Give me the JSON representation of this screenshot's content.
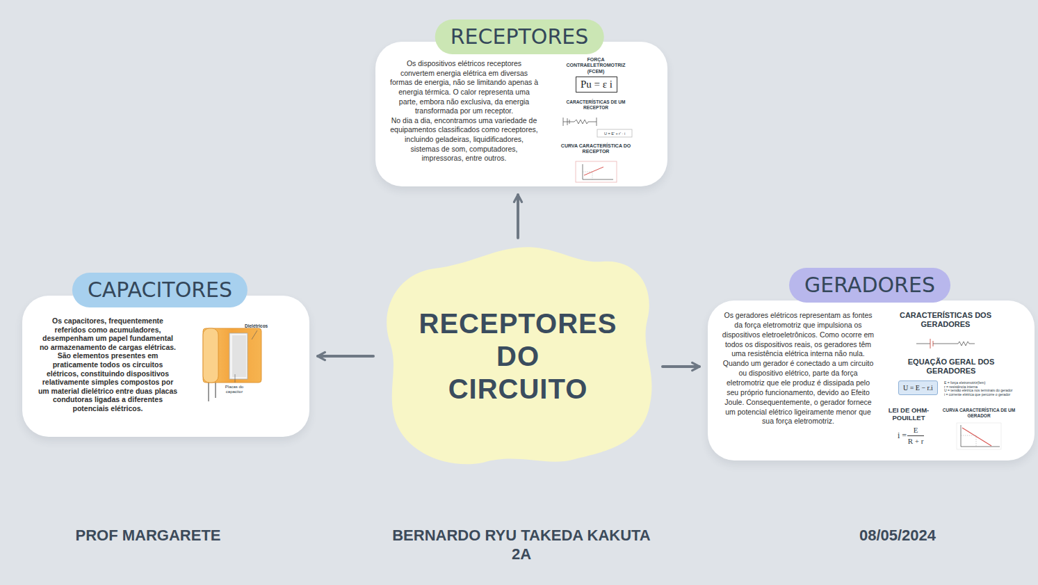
{
  "diagram": {
    "nodes": [
      {
        "text": [
          "RECEPTORES",
          "Os dispositivos elétricos receptores convertem energia elétrica em diversas formas de energia, não se limitando apenas à energia térmica. O calor representa uma parte, embora não exclusiva, da energia transformada por um receptor.",
          "No dia a dia, encontramos uma variedade de equipamentos classificados como receptores, incluindo geladeiras, liquidificadores, sistemas de som, computadores, impressoras, entre outros."
        ]
      },
      {
        "text": [
          "Pu = ε i"
        ],
        "in": 0
      },
      {
        "text": [
          "CAPACITORES",
          "Os capacitores, frequentemente referidos como acumuladores, desempenham um papel fundamental no armazenamento de cargas elétricas. São elementos presentes em praticamente todos os circuitos elétricos, constituindo dispositivos relativamente simples compostos por um material dielétrico entre duas placas condutoras ligadas a diferentes potenciais elétricos."
        ]
      },
      {
        "text": [
          "RECEPTORES DO CIRCUITO"
        ]
      },
      {
        "text": [
          "GERADORES",
          "Os geradores elétricos representam as fontes da força eletromotriz que impulsiona os dispositivos eletroeletrônicos. Como ocorre em todos os dispositivos reais, os geradores têm uma resistência elétrica interna não nula. Quando um gerador é conectado a um circuito ou dispositivo elétrico, parte da força eletromotriz que ele produz é dissipada pelo seu próprio funcionamento, devido ao Efeito Joule. Consequentemente, o gerador fornece um potencial elétrico ligeiramente menor que sua força eletromotriz."
        ]
      },
      {
        "text": [
          "U = E − r.i"
        ],
        "in": 4
      }
    ],
    "edges": [
      {
        "from": 3,
        "to": 0,
        "arrow": "to"
      },
      {
        "from": 3,
        "to": 2,
        "arrow": "to"
      },
      {
        "from": 3,
        "to": 4,
        "arrow": "to"
      }
    ],
    "labels": [
      "FORÇA CONTRAELETROMOTRIZ (FCEM)",
      "CARACTERÍSTICAS DE UM RECEPTOR",
      "U = E' + r' · i",
      "CURVA CARACTERÍSTICA DO RECEPTOR",
      "Dielétricos",
      "Placas do capacitor",
      "CARACTERÍSTICAS DOS GERADORES",
      "EQUAÇÃO GERAL DOS GERADORES",
      "E = força eletromotriz(fem)",
      "r = resistência interna",
      "U = tensão elétrica nos terminais do gerador",
      "i = corrente elétrica que percorre o gerador",
      "LEI DE OHM-POUILLET",
      "CURVA CARACTERÍSTICA DE UM GERADOR",
      "i =",
      "E",
      "R + r",
      "PROF MARGARETE",
      "BERNARDO RYU TAKEDA KAKUTA",
      "2A",
      "08/05/2024"
    ]
  }
}
